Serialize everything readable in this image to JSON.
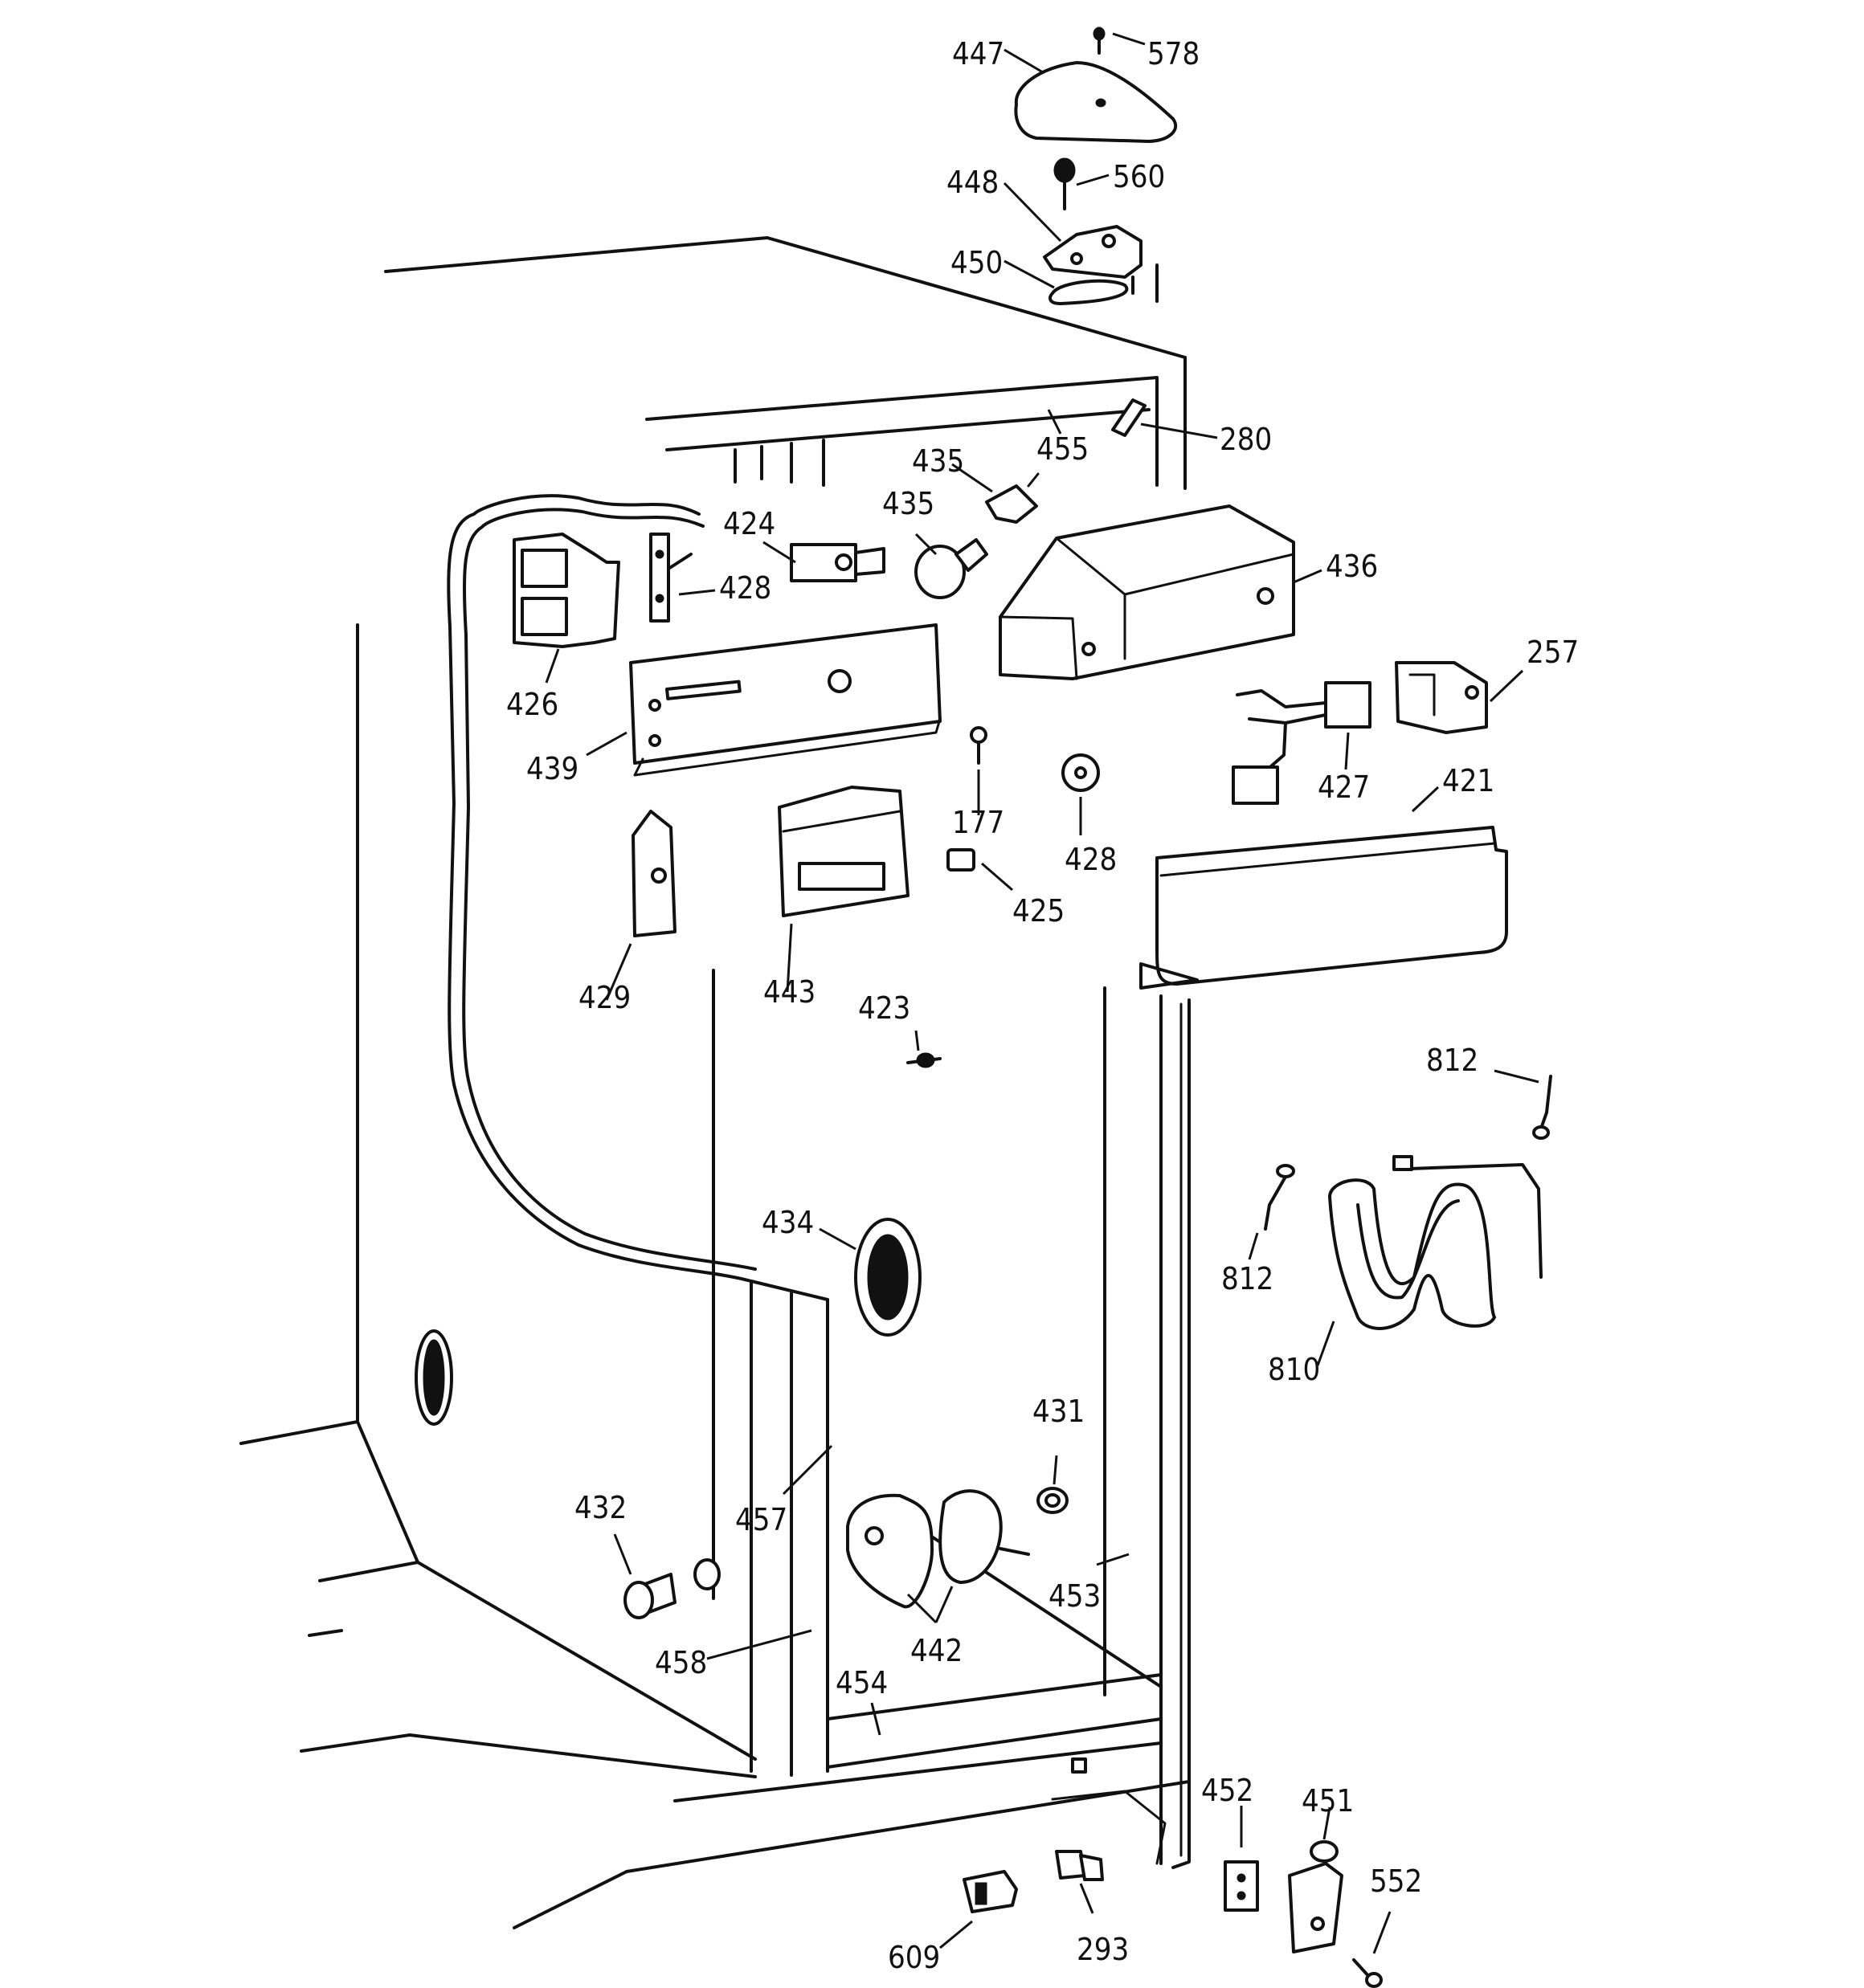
{
  "labels": [
    {
      "id": "p447",
      "text": "447"
    },
    {
      "id": "p578",
      "text": "578"
    },
    {
      "id": "p448",
      "text": "448"
    },
    {
      "id": "p560",
      "text": "560"
    },
    {
      "id": "p450",
      "text": "450"
    },
    {
      "id": "p455",
      "text": "455"
    },
    {
      "id": "p280",
      "text": "280"
    },
    {
      "id": "p435a",
      "text": "435"
    },
    {
      "id": "p435b",
      "text": "435"
    },
    {
      "id": "p424",
      "text": "424"
    },
    {
      "id": "p428a",
      "text": "428"
    },
    {
      "id": "p436",
      "text": "436"
    },
    {
      "id": "p426",
      "text": "426"
    },
    {
      "id": "p439",
      "text": "439"
    },
    {
      "id": "p257",
      "text": "257"
    },
    {
      "id": "p427",
      "text": "427"
    },
    {
      "id": "p421",
      "text": "421"
    },
    {
      "id": "p177",
      "text": "177"
    },
    {
      "id": "p428b",
      "text": "428"
    },
    {
      "id": "p425",
      "text": "425"
    },
    {
      "id": "p429",
      "text": "429"
    },
    {
      "id": "p443",
      "text": "443"
    },
    {
      "id": "p423",
      "text": "423"
    },
    {
      "id": "p812a",
      "text": "812"
    },
    {
      "id": "p812b",
      "text": "812"
    },
    {
      "id": "p810",
      "text": "810"
    },
    {
      "id": "p434",
      "text": "434"
    },
    {
      "id": "p431",
      "text": "431"
    },
    {
      "id": "p432",
      "text": "432"
    },
    {
      "id": "p457",
      "text": "457"
    },
    {
      "id": "p453",
      "text": "453"
    },
    {
      "id": "p442",
      "text": "442"
    },
    {
      "id": "p458",
      "text": "458"
    },
    {
      "id": "p454",
      "text": "454"
    },
    {
      "id": "p452",
      "text": "452"
    },
    {
      "id": "p451",
      "text": "451"
    },
    {
      "id": "p552",
      "text": "552"
    },
    {
      "id": "p609",
      "text": "609"
    },
    {
      "id": "p293",
      "text": "293"
    }
  ]
}
